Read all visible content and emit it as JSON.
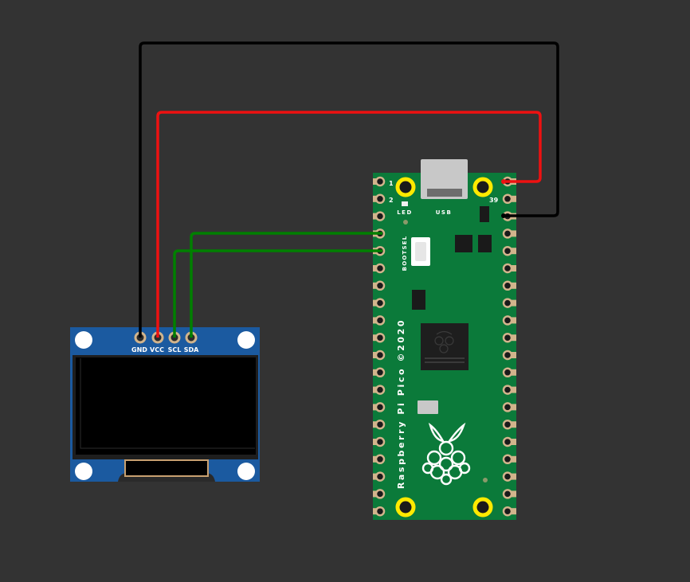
{
  "colors": {
    "background": "#333333",
    "wire_gnd": "#000000",
    "wire_vcc": "#ff0000",
    "wire_i2c": "#008000",
    "pico_board": "#0b7a3a",
    "oled_board": "#1b5aa0",
    "hole_gold": "#ffea00",
    "pad": "#d2b48c"
  },
  "oled": {
    "pins": [
      "GND",
      "VCC",
      "SCL",
      "SDA"
    ]
  },
  "pico": {
    "label_pin1": "1",
    "label_pin2": "2",
    "label_pin39": "39",
    "label_led": "LED",
    "label_usb": "USB",
    "label_bootsel": "BOOTSEL",
    "silkscreen": "Raspberry Pi Pico ©2020"
  },
  "wires": [
    {
      "name": "gnd",
      "from": "OLED GND",
      "to": "Pico pin 38 (GND)",
      "color": "#000000"
    },
    {
      "name": "vcc",
      "from": "OLED VCC",
      "to": "Pico pin 40 (VBUS)",
      "color": "#ff0000"
    },
    {
      "name": "scl",
      "from": "OLED SCL",
      "to": "Pico pin 5",
      "color": "#008000"
    },
    {
      "name": "sda",
      "from": "OLED SDA",
      "to": "Pico pin 4",
      "color": "#008000"
    }
  ]
}
